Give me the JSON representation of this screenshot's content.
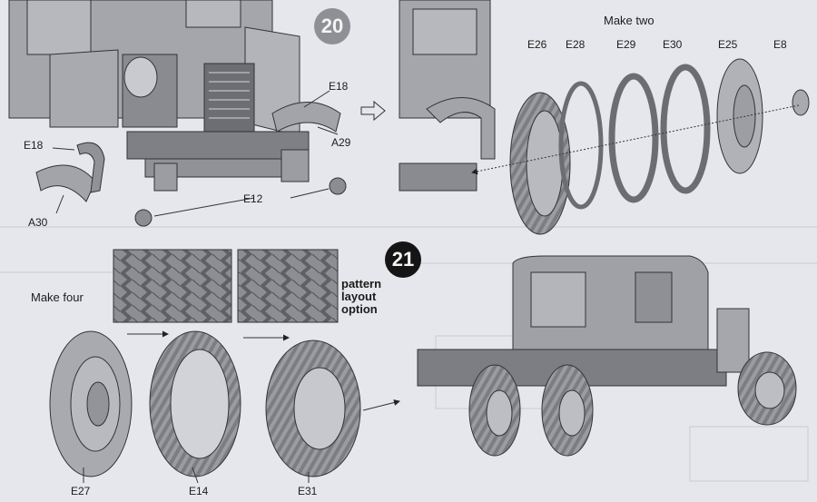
{
  "steps": [
    {
      "number": "20"
    },
    {
      "number": "21"
    }
  ],
  "notes": {
    "make_two": "Make two",
    "make_four": "Make four",
    "pattern": [
      "pattern",
      "layout",
      "option"
    ]
  },
  "parts": {
    "E18_right": "E18",
    "A29": "A29",
    "E18_left": "E18",
    "A30": "A30",
    "E12": "E12",
    "E26": "E26",
    "E28": "E28",
    "E29": "E29",
    "E30": "E30",
    "E25": "E25",
    "E8": "E8",
    "E27": "E27",
    "E14": "E14",
    "E31": "E31"
  }
}
